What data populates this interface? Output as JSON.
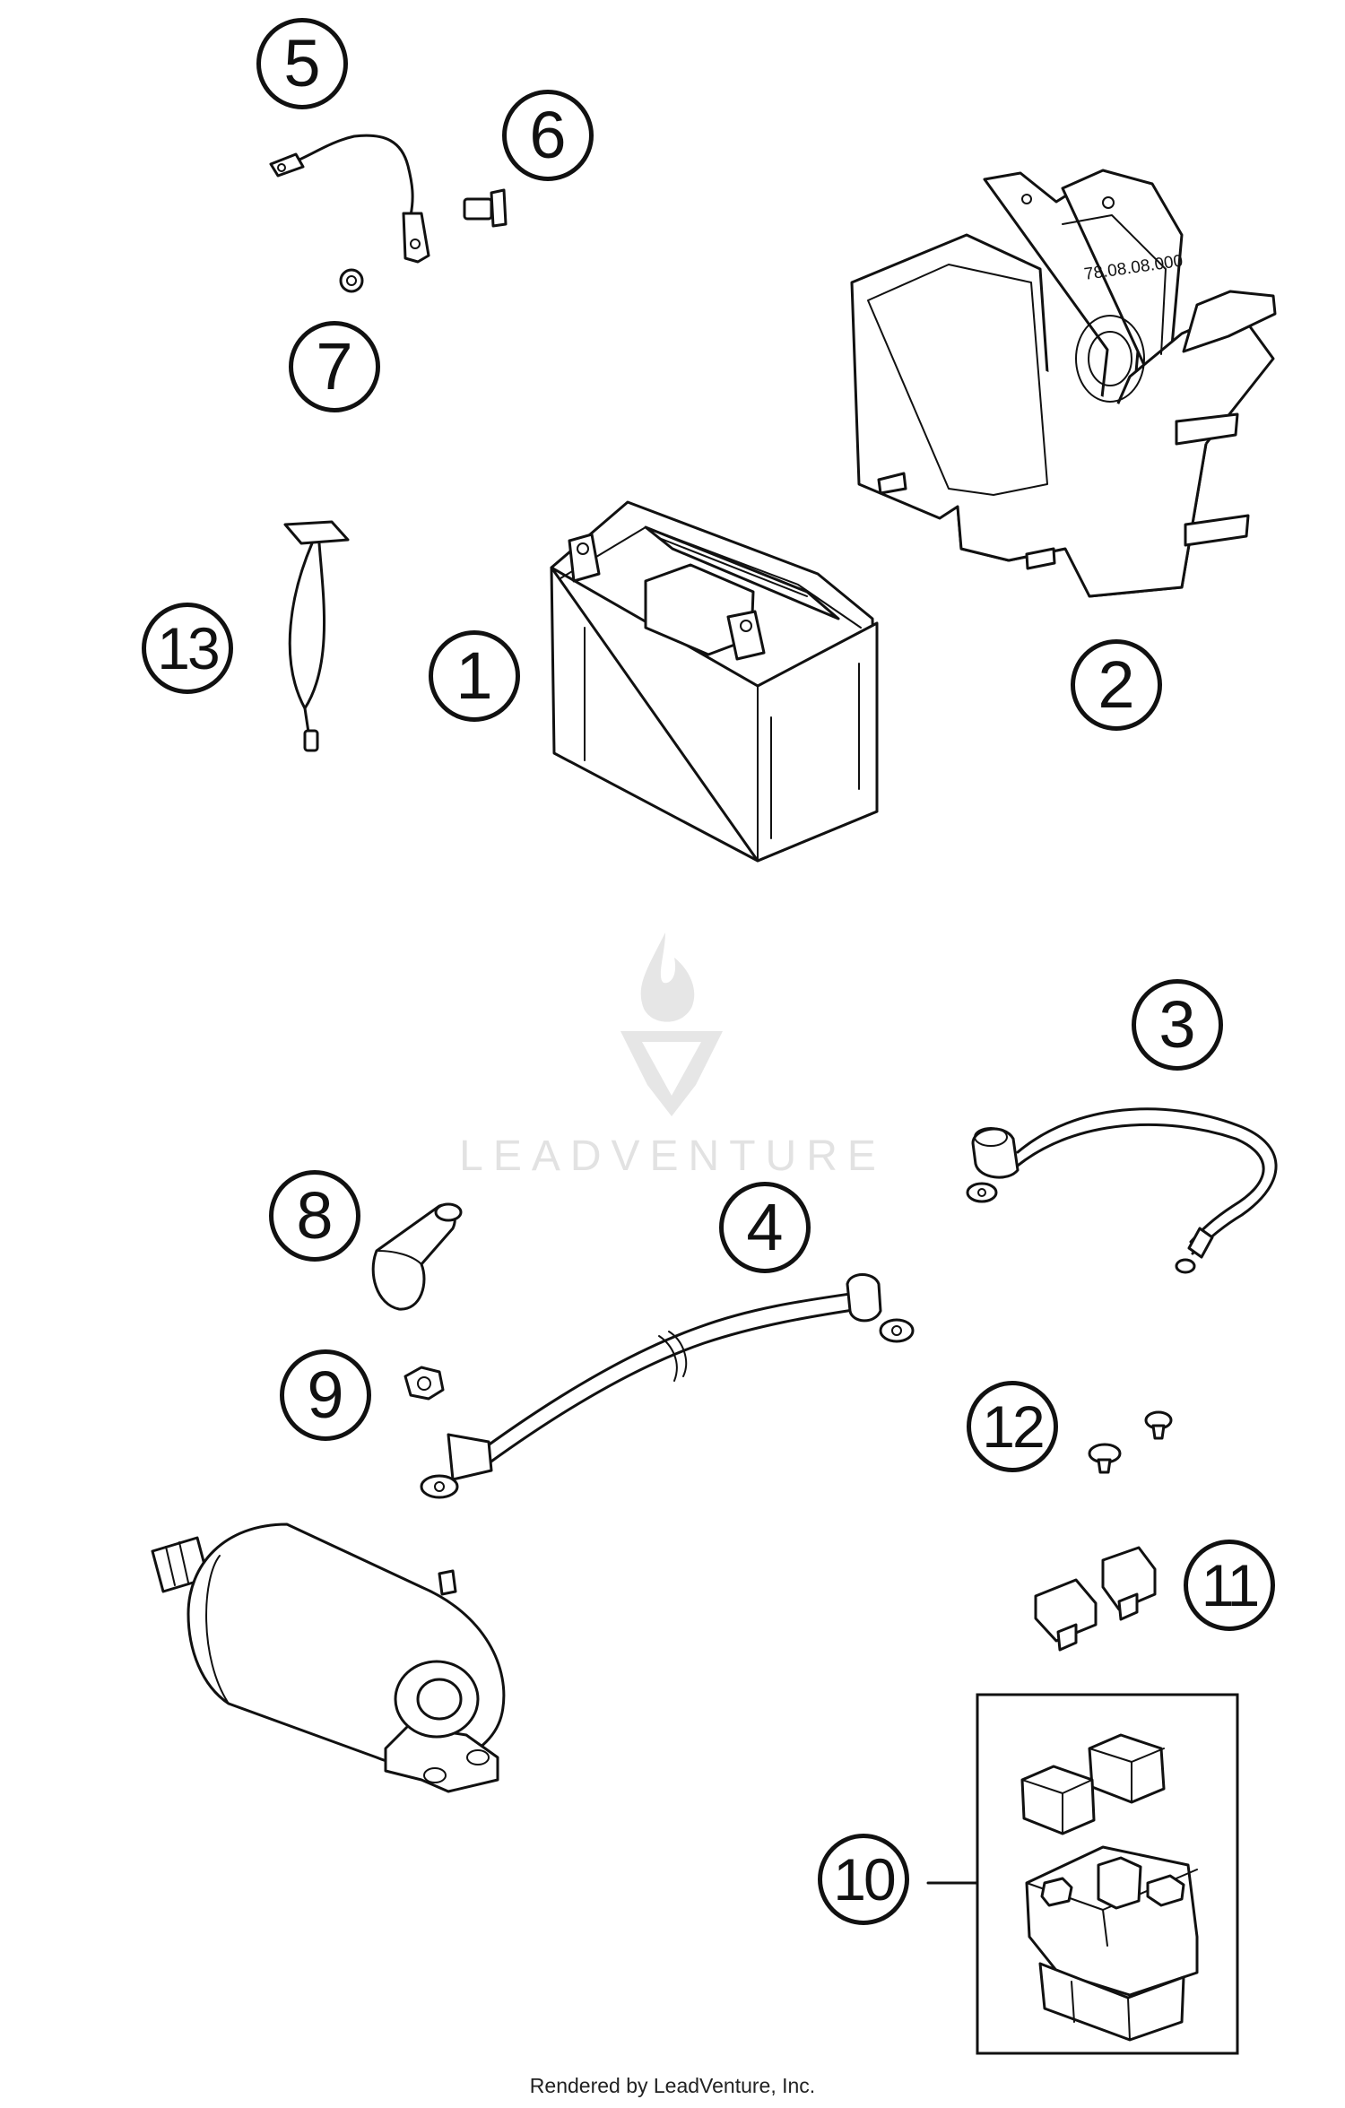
{
  "callouts": [
    "1",
    "2",
    "3",
    "4",
    "5",
    "6",
    "7",
    "8",
    "9",
    "10",
    "11",
    "12",
    "13"
  ],
  "housing_label": "78.08.08.000",
  "watermark": {
    "brand": "LEADVENTURE"
  },
  "footer": "Rendered by LeadVenture, Inc."
}
